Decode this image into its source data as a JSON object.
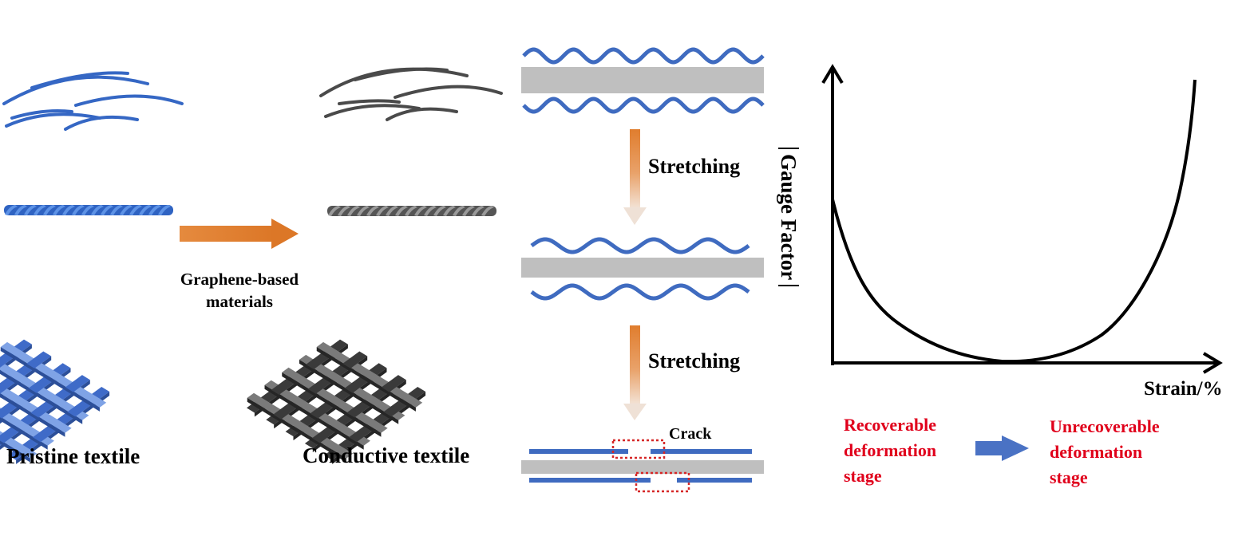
{
  "left_panel": {
    "pristine_label": "Pristine textile",
    "conductive_label": "Conductive textile",
    "process_label_line1": "Graphene-based",
    "process_label_line2": "materials",
    "pristine_color": "#3b6fc8",
    "conductive_color": "#4a4a4a",
    "process_arrow_color": "#e07d2e"
  },
  "mechanism_panel": {
    "step1_label": "Stretching",
    "step2_label": "Stretching",
    "crack_label": "Crack",
    "layer_color": "#bfbfbf",
    "wave_color": "#3f6bc0",
    "crack_box_color": "#d62727"
  },
  "chart_panel": {
    "ylabel": "Gauge Factor",
    "xlabel": "Strain/%",
    "recoverable_line1": "Recoverable",
    "recoverable_line2": "deformation",
    "recoverable_line3": "stage",
    "unrecoverable_line1": "Unrecoverable",
    "unrecoverable_line2": "deformation",
    "unrecoverable_line3": "stage",
    "stage_arrow_color": "#4a72c4",
    "stage_text_color": "#e0001b"
  }
}
